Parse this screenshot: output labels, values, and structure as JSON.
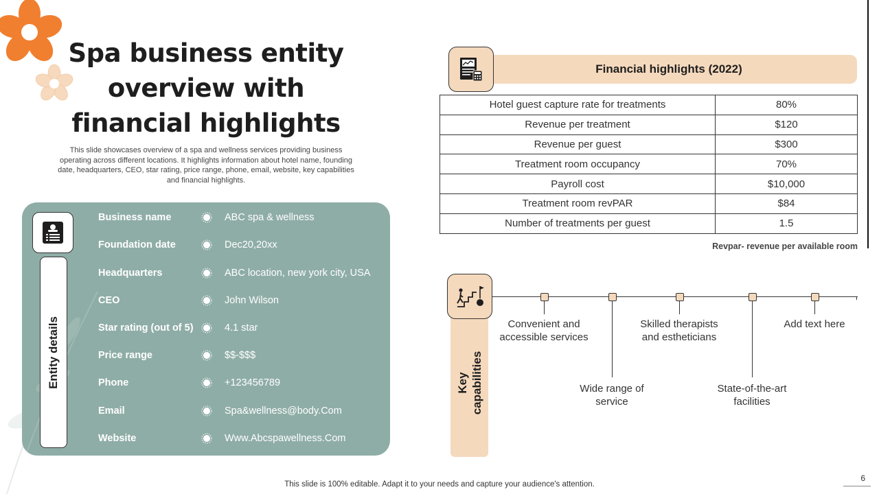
{
  "title": "Spa business entity overview with financial highlights",
  "subtitle": "This slide showcases overview of a spa and wellness services providing business operating across different locations. It highlights information about hotel name, founding date, headquarters, CEO, star rating, price range, phone, email, website, key capabilities and financial highlights.",
  "entity": {
    "label": "Entity details",
    "icon": "id-card-icon",
    "rows": [
      {
        "key": "Business name",
        "value": "ABC spa & wellness"
      },
      {
        "key": "Foundation date",
        "value": "Dec20,20xx"
      },
      {
        "key": "Headquarters",
        "value": "ABC location, new york city, USA"
      },
      {
        "key": "CEO",
        "value": "John Wilson"
      },
      {
        "key": "Star rating (out of 5)",
        "value": "4.1 star"
      },
      {
        "key": "Price range",
        "value": "$$-$$$"
      },
      {
        "key": "Phone",
        "value": "+123456789"
      },
      {
        "key": "Email",
        "value": "Spa&wellness@body.Com"
      },
      {
        "key": "Website",
        "value": "Www.Abcspawellness.Com"
      }
    ]
  },
  "financial": {
    "title": "Financial highlights (2022)",
    "icon": "financial-report-icon",
    "rows": [
      {
        "metric": "Hotel guest capture rate for treatments",
        "value": "80%"
      },
      {
        "metric": "Revenue  per treatment",
        "value": "$120"
      },
      {
        "metric": "Revenue  per guest",
        "value": "$300"
      },
      {
        "metric": "Treatment  room occupancy",
        "value": "70%"
      },
      {
        "metric": "Payroll cost",
        "value": "$10,000"
      },
      {
        "metric": "Treatment  room revPAR",
        "value": "$84"
      },
      {
        "metric": "Number  of treatments  per guest",
        "value": "1.5"
      }
    ],
    "note": "Revpar- revenue per available room"
  },
  "capabilities": {
    "label_line1": "Key",
    "label_line2": "capabilities",
    "icon": "stairs-goal-icon",
    "items": [
      {
        "text": "Convenient and accessible services",
        "position": "above"
      },
      {
        "text": "Wide range of service",
        "position": "below"
      },
      {
        "text": "Skilled therapists and estheticians",
        "position": "above"
      },
      {
        "text": "State-of-the-art facilities",
        "position": "below"
      },
      {
        "text": "Add text here",
        "position": "above"
      }
    ]
  },
  "footer": "This slide is 100% editable. Adapt it to your needs and capture your audience's attention.",
  "page_number": "6",
  "colors": {
    "panel": "#8fada7",
    "accent": "#f5d9bd",
    "flower_orange": "#f07f2f",
    "flower_peach": "#f7d9bd"
  }
}
